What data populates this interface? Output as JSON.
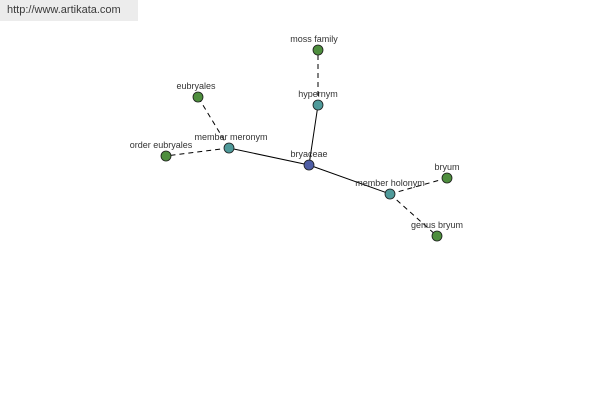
{
  "watermark": "http://www.artikata.com",
  "colors": {
    "center": "#4f5ea6",
    "relation": "#4f9a9a",
    "leaf": "#4e8e3e"
  },
  "nodes": {
    "center": {
      "label": "bryaceae",
      "kind": "center"
    },
    "hypernym": {
      "label": "hypernym",
      "kind": "relation"
    },
    "moss_family": {
      "label": "moss family",
      "kind": "leaf"
    },
    "member_meronym": {
      "label": "member meronym",
      "kind": "relation"
    },
    "eubryales": {
      "label": "eubryales",
      "kind": "leaf"
    },
    "order_eubryales": {
      "label": "order eubryales",
      "kind": "leaf"
    },
    "member_holonym": {
      "label": "member holonym",
      "kind": "relation"
    },
    "bryum": {
      "label": "bryum",
      "kind": "leaf"
    },
    "genus_bryum": {
      "label": "genus bryum",
      "kind": "leaf"
    }
  },
  "edges": [
    {
      "from": "center",
      "to": "hypernym",
      "style": "solid"
    },
    {
      "from": "center",
      "to": "member_meronym",
      "style": "solid"
    },
    {
      "from": "center",
      "to": "member_holonym",
      "style": "solid"
    },
    {
      "from": "hypernym",
      "to": "moss_family",
      "style": "dashed"
    },
    {
      "from": "member_meronym",
      "to": "eubryales",
      "style": "dashed"
    },
    {
      "from": "member_meronym",
      "to": "order_eubryales",
      "style": "dashed"
    },
    {
      "from": "member_holonym",
      "to": "bryum",
      "style": "dashed"
    },
    {
      "from": "member_holonym",
      "to": "genus_bryum",
      "style": "dashed"
    }
  ]
}
